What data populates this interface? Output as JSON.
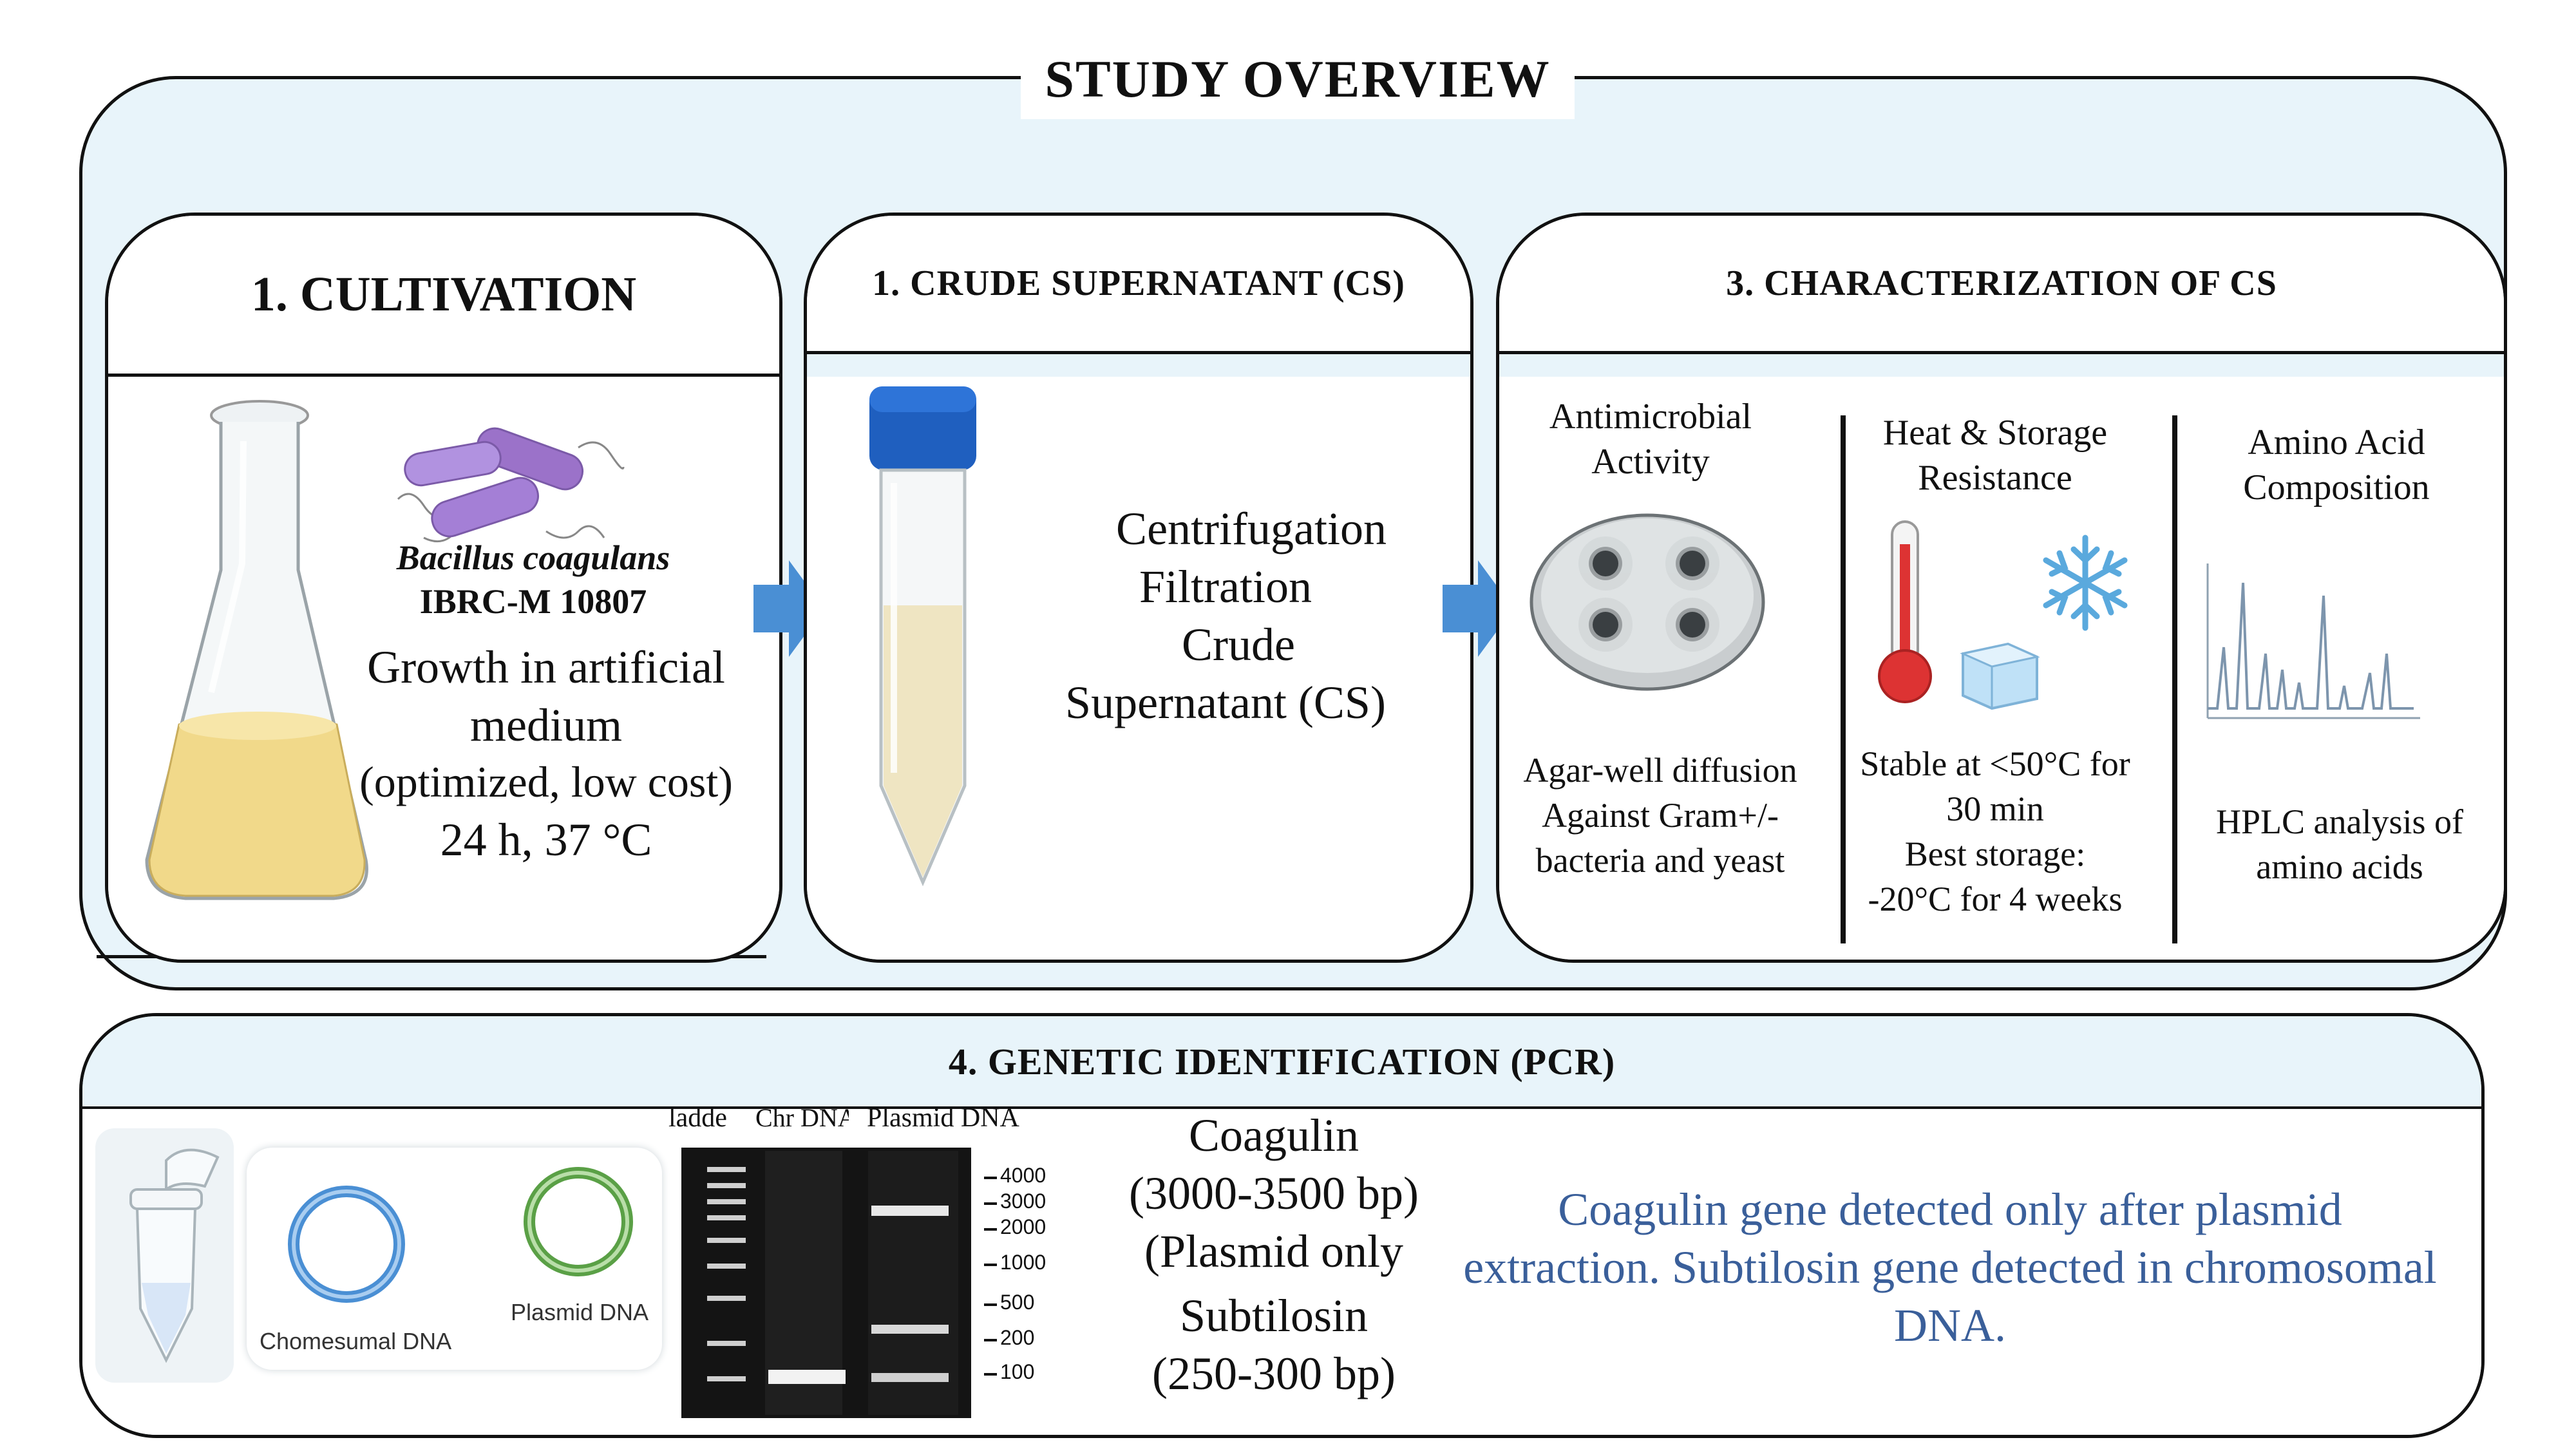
{
  "title": "STUDY OVERVIEW",
  "cultivation": {
    "header": "1. CULTIVATION",
    "organism_name": "Bacillus coagulans",
    "strain": "IBRC-M 10807",
    "line1": "Growth in artificial",
    "line2": "medium",
    "line3": "(optimized, low cost)",
    "line4": "24 h, 37 °C"
  },
  "crude": {
    "header": "1. CRUDE SUPERNATANT (CS)",
    "line1": "Centrifugation",
    "line2": "Filtration",
    "line3": "Crude",
    "line4": "Supernatant (CS)"
  },
  "characterization": {
    "header": "3. CHARACTERIZATION OF CS",
    "antimicrobial": {
      "title1": "Antimicrobial",
      "title2": "Activity",
      "desc1": "Agar-well diffusion",
      "desc2": "Against Gram+/-",
      "desc3": "bacteria and yeast"
    },
    "heat": {
      "title1": "Heat & Storage",
      "title2": "Resistance",
      "desc1": "Stable at <50°C for",
      "desc2": "30 min",
      "desc3": "Best storage:",
      "desc4": "-20°C for 4 weeks"
    },
    "amino": {
      "title1": "Amino Acid",
      "title2": "Composition",
      "desc1": "HPLC analysis of",
      "desc2": "amino acids"
    }
  },
  "genetic": {
    "header": "4. GENETIC IDENTIFICATION (PCR)",
    "chrom_label": "Chomesumal DNA",
    "plasmid_label": "Plasmid DNA",
    "gel": {
      "lane_ladder": "ladde",
      "lane_chr": "Chr DNA",
      "lane_plasmid": "Plasmid DNA",
      "markers": [
        "4000",
        "3000",
        "2000",
        "1000",
        "500",
        "200",
        "100"
      ]
    },
    "coagulin_line1": "Coagulin",
    "coagulin_line2": "(3000-3500 bp)",
    "coagulin_line3": "(Plasmid only",
    "subtilosin_line1": "Subtilosin",
    "subtilosin_line2": "(250-300 bp)",
    "conclusion_line1": "Coagulin gene detected only after plasmid",
    "conclusion_line2": "extraction. Subtilosin gene detected in chromosomal",
    "conclusion_line3": "DNA."
  },
  "colors": {
    "panel_bg": "#e8f4fa",
    "arrow_blue": "#4a8fd4",
    "conclusion_text": "#3a5f9a",
    "cap_blue": "#1f5fbf",
    "bacteria_purple": "#9b72c9"
  }
}
